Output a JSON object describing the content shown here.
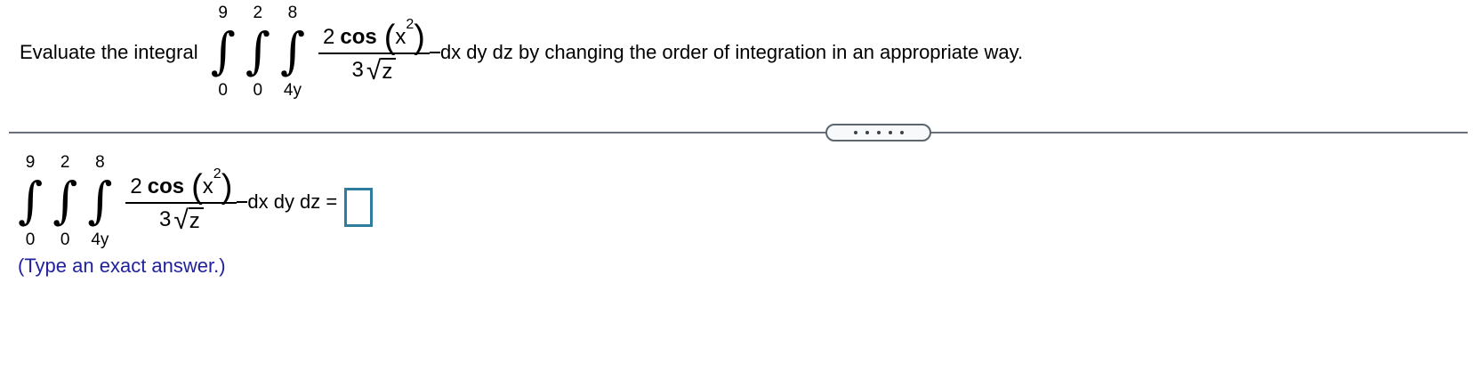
{
  "question": {
    "lead_text": "Evaluate the integral",
    "tail_text": "dx dy dz by changing the order of integration in an appropriate way."
  },
  "integral": {
    "sign": "∫",
    "upper_bounds": [
      "9",
      "2",
      "8"
    ],
    "lower_bounds": [
      "0",
      "0",
      "4y"
    ],
    "numerator": {
      "coefficient": "2",
      "function": "cos",
      "open_paren": "(",
      "variable": "x",
      "exponent": "2",
      "close_paren": ")"
    },
    "denominator": {
      "coefficient": "3",
      "radical_symbol": "√",
      "radicand": "z"
    }
  },
  "answer_line": {
    "differentials_equals": "dx dy dz =",
    "input_value": "",
    "hint": "(Type an exact answer.)"
  },
  "colors": {
    "answer_input_border": "#2e7d9e",
    "hint_text": "#21219c",
    "divider": "#69707a",
    "pill_fill": "#f8f9fa",
    "pill_border": "#5c666e"
  }
}
